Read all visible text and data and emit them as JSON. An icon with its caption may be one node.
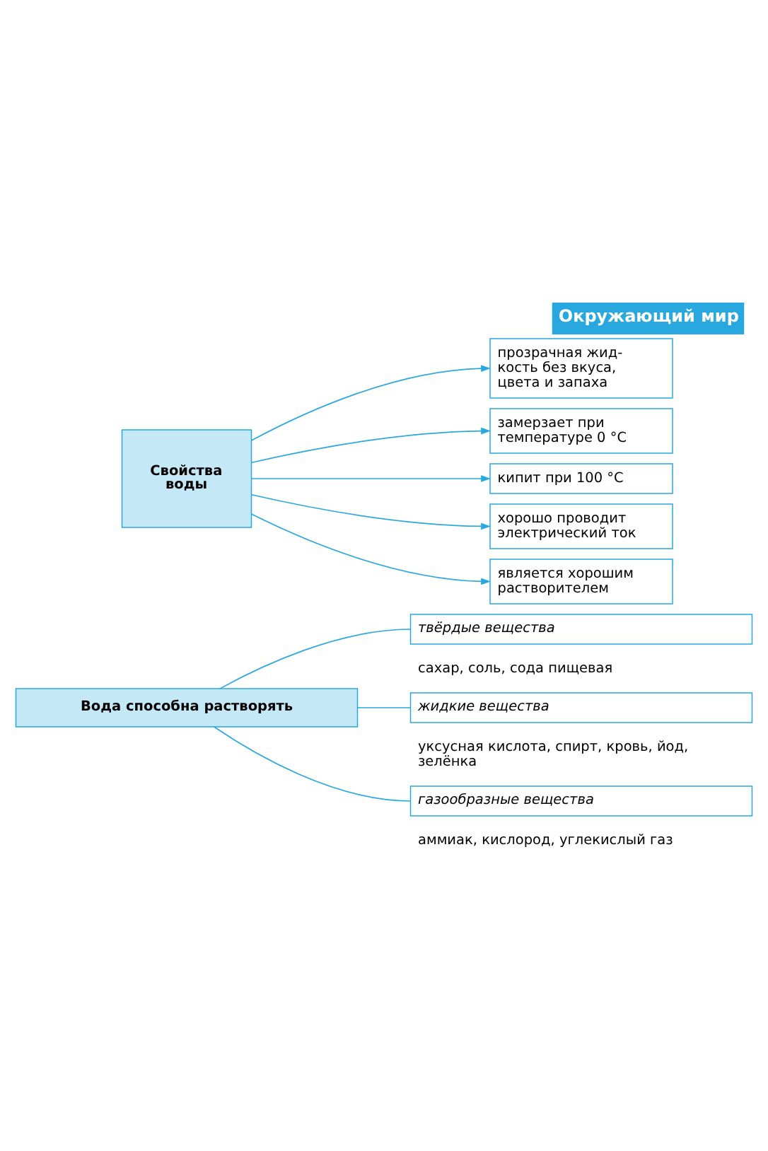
{
  "diagram": {
    "title": "Окружающий мир",
    "nodes": [
      {
        "text": [
          "Свойства воды"
        ]
      },
      {
        "text": [
          "прозрачная жид- кость без вкуса, цвета и запаха"
        ]
      },
      {
        "text": [
          "замерзает при температуре 0 °C"
        ]
      },
      {
        "text": [
          "кипит при 100 °C"
        ]
      },
      {
        "text": [
          "хорошо проводит электрический ток"
        ]
      },
      {
        "text": [
          "является хорошим растворителем"
        ]
      },
      {
        "text": [
          "Вода способна растворять"
        ]
      },
      {
        "text": [
          "твёрдые вещества"
        ],
        "beside": [
          "сахар, соль, сода пищевая"
        ]
      },
      {
        "text": [
          "жидкие вещества"
        ],
        "beside": [
          "уксусная кислота, спирт, кровь, йод, зелёнка"
        ]
      },
      {
        "text": [
          "газообразные вещества"
        ],
        "beside": [
          "аммиак, кислород, углекислый газ"
        ]
      }
    ],
    "edges": [
      {
        "from": 0,
        "to": 1,
        "arrow": "to"
      },
      {
        "from": 0,
        "to": 2,
        "arrow": "to"
      },
      {
        "from": 0,
        "to": 3,
        "arrow": "to"
      },
      {
        "from": 0,
        "to": 4,
        "arrow": "to"
      },
      {
        "from": 0,
        "to": 5,
        "arrow": "to"
      },
      {
        "from": 6,
        "to": 7,
        "arrow": "none"
      },
      {
        "from": 6,
        "to": 8,
        "arrow": "none"
      },
      {
        "from": 6,
        "to": 9,
        "arrow": "none"
      }
    ]
  }
}
